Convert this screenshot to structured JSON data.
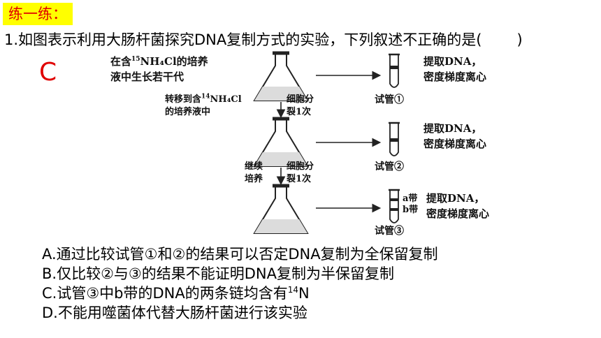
{
  "header": {
    "tag": "练一练："
  },
  "question": {
    "number": "1.",
    "text": "如图表示利用大肠杆菌探究DNA复制方式的实验，下列叙述不正确的是(",
    "paren_close": ")",
    "answer": "C"
  },
  "diagram": {
    "label_start_1_pre": "在含",
    "label_start_1_sup": "15",
    "label_start_1_post": "NH₄Cl的培养",
    "label_start_2": "液中生长若干代",
    "transfer_1_pre": "转移到含",
    "transfer_1_sup": "14",
    "transfer_1_post": "NH₄Cl",
    "transfer_2": "的培养液中",
    "divide_once_1": "细胞分",
    "divide_once_2": "裂1次",
    "continue_1": "继续",
    "continue_2": "培养",
    "divide_again_1": "细胞分",
    "divide_again_2": "裂1次",
    "extract_1a": "提取DNA，",
    "extract_1b": "密度梯度离心",
    "extract_2a": "提取DNA，",
    "extract_2b": "密度梯度离心",
    "extract_3a": "提取DNA，",
    "extract_3b": "密度梯度离心",
    "tube_1": "试管①",
    "tube_2": "试管②",
    "tube_3": "试管③",
    "band_a": "a带",
    "band_b": "b带"
  },
  "options": {
    "A": "A.通过比较试管①和②的结果可以否定DNA复制为全保留复制",
    "B": "B.仅比较②与③的结果不能证明DNA复制为半保留复制",
    "C_pre": "C.试管③中b带的DNA的两条链均含有",
    "C_sup": "14",
    "C_post": "N",
    "D": "D.不能用噬菌体代替大肠杆菌进行该实验"
  }
}
